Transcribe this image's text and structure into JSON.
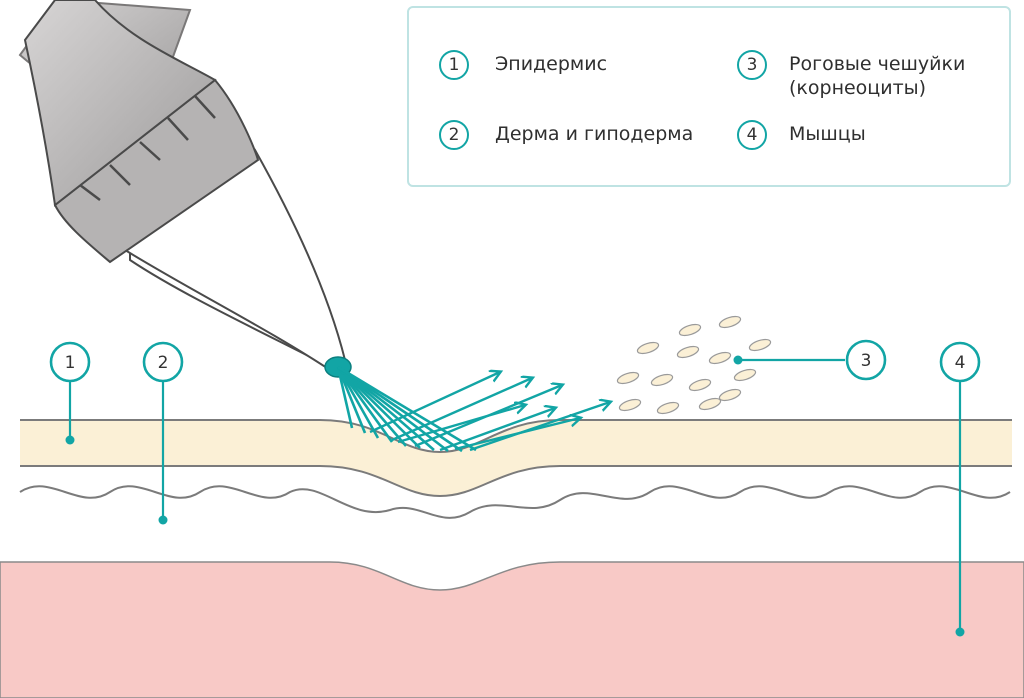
{
  "legend": {
    "items": [
      {
        "num": "1",
        "label": "Эпидермис"
      },
      {
        "num": "2",
        "label": "Дерма и гиподерма"
      },
      {
        "num": "3",
        "label": "Роговые чешуйки\n(корнеоциты)"
      },
      {
        "num": "4",
        "label": "Мышцы"
      }
    ]
  },
  "markers": [
    "1",
    "2",
    "3",
    "4"
  ],
  "colors": {
    "accent": "#12a5a5",
    "epidermis": "#fbf0d6",
    "muscle": "#f8c9c6",
    "line": "#7b7b7b",
    "nozzle": "#b3b1b1",
    "nozzle_dark": "#8e8c8c"
  },
  "icons": [
    "ultrasound-nozzle-icon",
    "flake-icon",
    "arrow-icon"
  ]
}
